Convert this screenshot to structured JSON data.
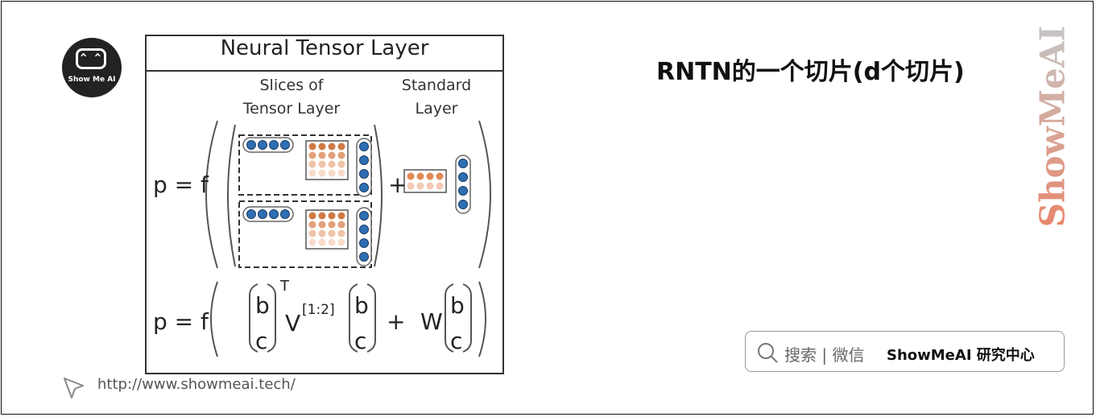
{
  "logo": {
    "eyes": "^ ^",
    "text": "Show Me AI"
  },
  "figure": {
    "title": "Neural Tensor Layer",
    "col1_l1": "Slices of",
    "col1_l2": "Tensor Layer",
    "col2_l1": "Standard",
    "col2_l2": "Layer",
    "eq1": "p = f",
    "plus": "+",
    "eq2": "p = f",
    "b": "b",
    "c": "c",
    "sup_t": "T",
    "v": "V",
    "v_sup": "[1:2]",
    "w": "W"
  },
  "slide_title": "RNTN的一个切片(d个切片)",
  "brand_vertical": "ShowMeAI",
  "search": {
    "prefix": "搜索 | 微信",
    "name": "ShowMeAI 研究中心"
  },
  "url": "http://www.showmeai.tech/",
  "colors": {
    "blue_dot": "#2e6fb3",
    "orange_dot": "#e08a55",
    "peach_dot": "#f3c9b3",
    "brand_orange": "#e8876c"
  }
}
